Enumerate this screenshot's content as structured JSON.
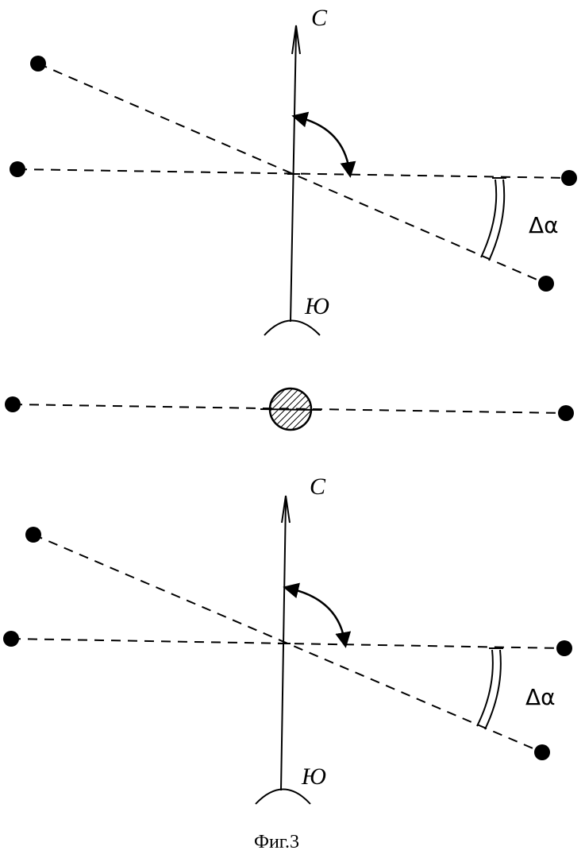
{
  "top_diagram": {
    "north_label": "С",
    "south_label": "Ю",
    "angle_label": "Δα"
  },
  "middle_diagram": {},
  "bottom_diagram": {
    "north_label": "С",
    "south_label": "Ю",
    "angle_label": "Δα"
  },
  "caption": "Фиг.3"
}
